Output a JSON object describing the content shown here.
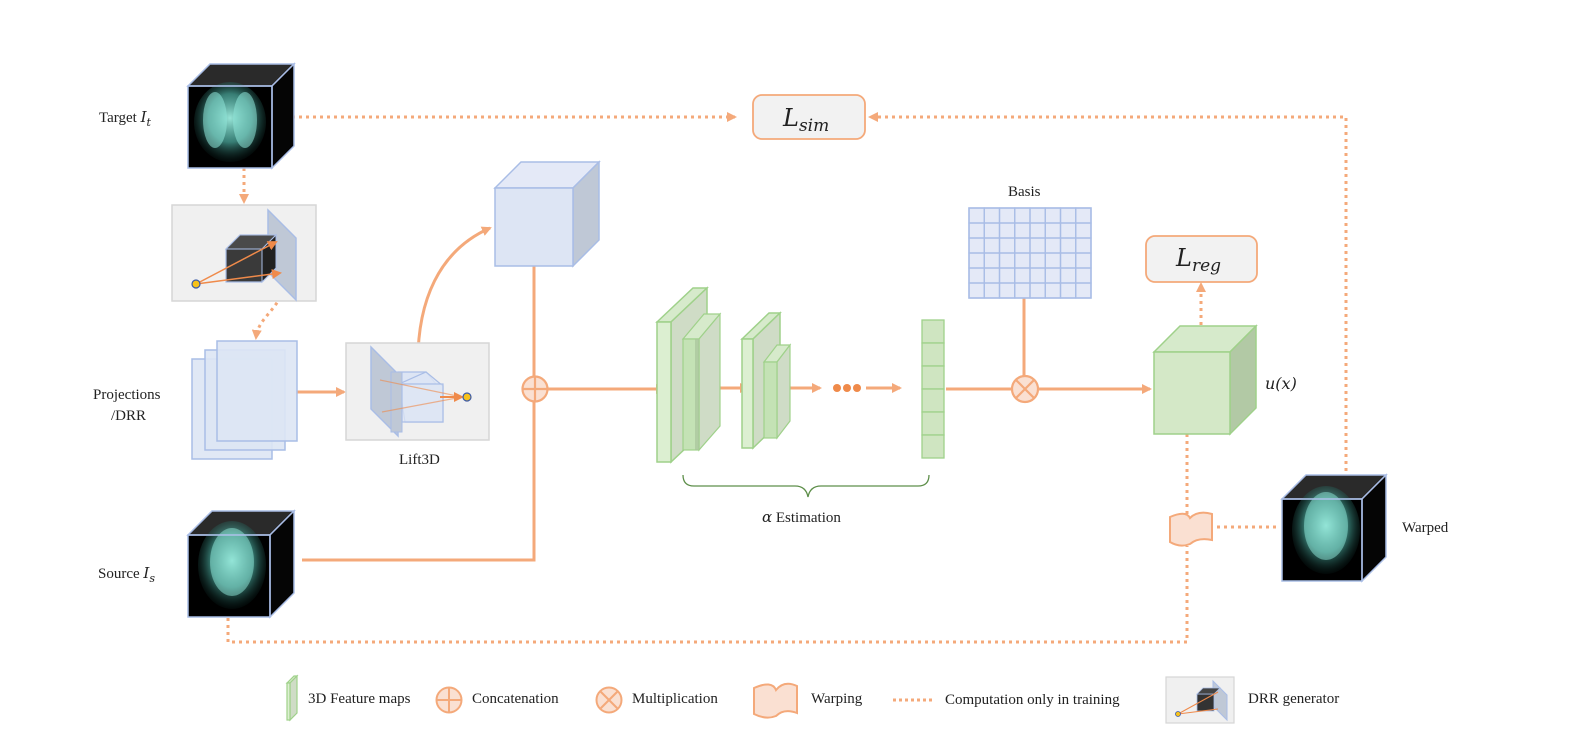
{
  "colors": {
    "orange": "#f4a97a",
    "orange_dark": "#ef8a4a",
    "orange_fill": "#fae0d2",
    "green_front": "#d6eacb",
    "green_side": "#b7d3a8",
    "green_stroke": "#9fd18a",
    "blue_front": "#dde5f4",
    "blue_side": "#bfc8d6",
    "blue_stroke": "#a9bde6",
    "gray_box": "#f0f0f0",
    "gray_border": "#d6d6d6",
    "dark_cube": "#000000",
    "lung_tint": "#7fd9cc",
    "yellow_dot": "#f7c21a"
  },
  "labels": {
    "target_word": "Target ",
    "target_sym": "I",
    "target_sub": "t",
    "source_word": "Source ",
    "source_sym": "I",
    "source_sub": "s",
    "projections_line1": "Projections",
    "projections_line2": "/DRR",
    "lift3d": "Lift3D",
    "basis": "Basis",
    "alpha_sym": "α",
    "alpha_word": " Estimation",
    "ux": "u(x)",
    "warped": "Warped"
  },
  "losses": {
    "sim": {
      "main": "L",
      "sub": "sim"
    },
    "reg": {
      "main": "L",
      "sub": "reg"
    }
  },
  "basis_grid": {
    "columns": 8,
    "rows": 6
  },
  "alpha_vector": {
    "cells": 6
  },
  "dots": {
    "count": 3
  },
  "legend": [
    {
      "icon": "feature-map-icon",
      "label": "3D Feature maps"
    },
    {
      "icon": "concatenation-icon",
      "label": "Concatenation"
    },
    {
      "icon": "multiplication-icon",
      "label": "Multiplication"
    },
    {
      "icon": "warping-icon",
      "label": "Warping"
    },
    {
      "icon": "dotted-line-icon",
      "label": "Computation only in training"
    },
    {
      "icon": "drr-generator-icon",
      "label": "DRR generator"
    }
  ]
}
